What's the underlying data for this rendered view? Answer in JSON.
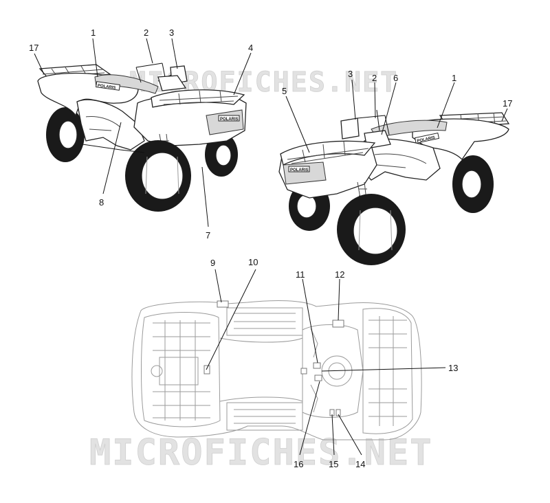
{
  "watermarks": [
    "MICROFICHES.NET",
    "MICROFICHES.NET"
  ],
  "decal_text": [
    "POLARIS",
    "POLARIS",
    "POLARIS",
    "POLARIS"
  ],
  "callouts": {
    "left_view": [
      "1",
      "2",
      "3",
      "4",
      "17",
      "8",
      "7"
    ],
    "right_view": [
      "3",
      "2",
      "6",
      "1",
      "5",
      "17"
    ],
    "top_view": [
      "9",
      "10",
      "11",
      "12",
      "13",
      "16",
      "15",
      "14"
    ]
  }
}
